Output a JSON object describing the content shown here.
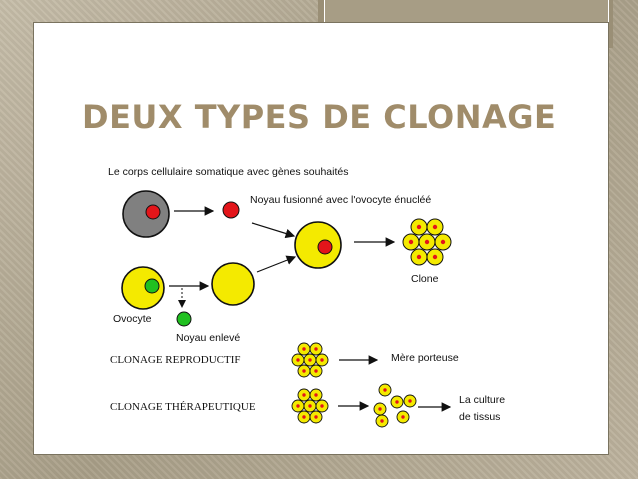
{
  "slide": {
    "title": "DEUX TYPES DE CLONAGE"
  },
  "diagram": {
    "somatic_label": "Le corps cellulaire somatique avec gènes souhaités",
    "fused_label": "Noyau fusionné avec l'ovocyte énucléé",
    "clone_label": "Clone",
    "ovocyte_label": "Ovocyte",
    "nucleus_removed_label": "Noyau enlevé",
    "reproductive_label": "CLONAGE REPRODUCTIF",
    "surrogate_label": "Mère porteuse",
    "therapeutic_label": "CLONAGE THÉRAPEUTIQUE",
    "tissue_label_line1": "La culture",
    "tissue_label_line2": "de tissus"
  },
  "colors": {
    "title": "#a08c6a",
    "cell_yellow": "#f4ea00",
    "nucleus_red": "#e3151a",
    "nucleus_green": "#20c020",
    "somatic_gray": "#808080"
  }
}
